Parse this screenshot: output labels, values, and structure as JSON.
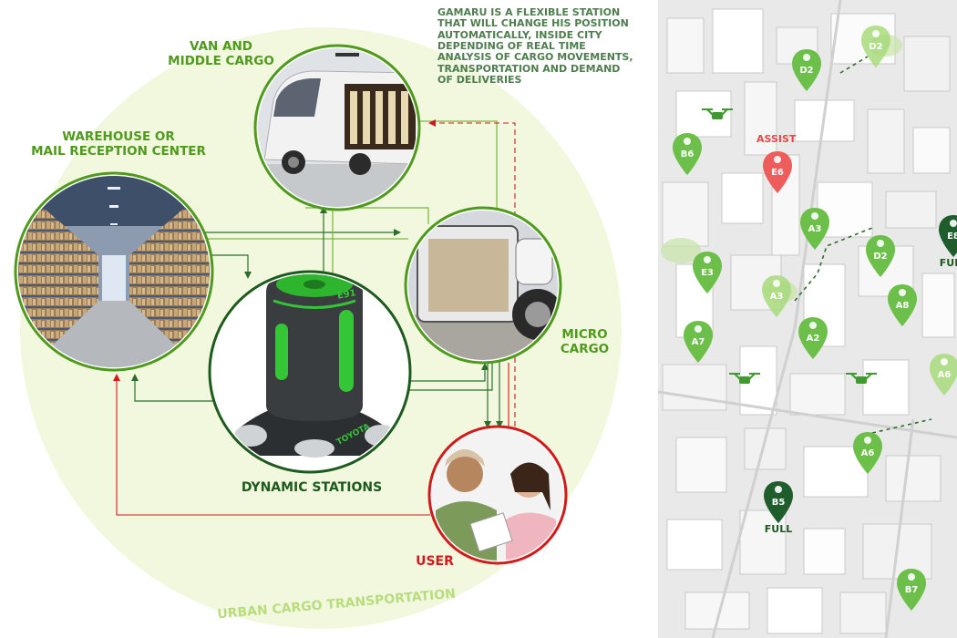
{
  "diagram": {
    "nodes": {
      "van": {
        "label_line1": "VAN AND",
        "label_line2": "MIDDLE CARGO"
      },
      "warehouse": {
        "label_line1": "WAREHOUSE OR",
        "label_line2": "MAIL RECEPTION CENTER"
      },
      "station": {
        "label": "DYNAMIC STATIONS",
        "badge": "E91",
        "brand": "TOYOTA"
      },
      "micro": {
        "label_line1": "MICRO",
        "label_line2": "CARGO"
      },
      "user": {
        "label": "USER"
      }
    },
    "description_lines": [
      "GAMARU IS A FLEXIBLE STATION",
      "THAT WILL CHANGE HIS POSITION",
      "AUTOMATICALLY, INSIDE CITY",
      "DEPENDING OF REAL TIME",
      "ANALYSIS OF CARGO MOVEMENTS,",
      "TRANSPORTATION AND DEMAND",
      "OF DELIVERIES"
    ],
    "footer": "URBAN CARGO TRANSPORTATION",
    "colors": {
      "green": "#4f9a1c",
      "dark_green": "#1d5a1d",
      "red": "#d11a1a",
      "halo": "#f1f8de"
    }
  },
  "map": {
    "assist_label": "ASSIST",
    "pins": [
      {
        "code": "D2",
        "status": "faded"
      },
      {
        "code": "D2",
        "status": "active"
      },
      {
        "code": "B6",
        "status": "active"
      },
      {
        "code": "E6",
        "status": "assist"
      },
      {
        "code": "A3",
        "status": "active"
      },
      {
        "code": "E8",
        "status": "full",
        "tag": "FULL"
      },
      {
        "code": "D2",
        "status": "active"
      },
      {
        "code": "E3",
        "status": "active"
      },
      {
        "code": "A3",
        "status": "faded"
      },
      {
        "code": "A8",
        "status": "active"
      },
      {
        "code": "A7",
        "status": "active"
      },
      {
        "code": "A2",
        "status": "active"
      },
      {
        "code": "A6",
        "status": "faded"
      },
      {
        "code": "A6",
        "status": "active"
      },
      {
        "code": "B5",
        "status": "full",
        "tag": "FULL"
      },
      {
        "code": "B7",
        "status": "active"
      }
    ],
    "colors": {
      "active": "#6cc04a",
      "faded": "#a8da7c",
      "full": "#1f5e2c",
      "assist": "#ee5c5c"
    }
  }
}
